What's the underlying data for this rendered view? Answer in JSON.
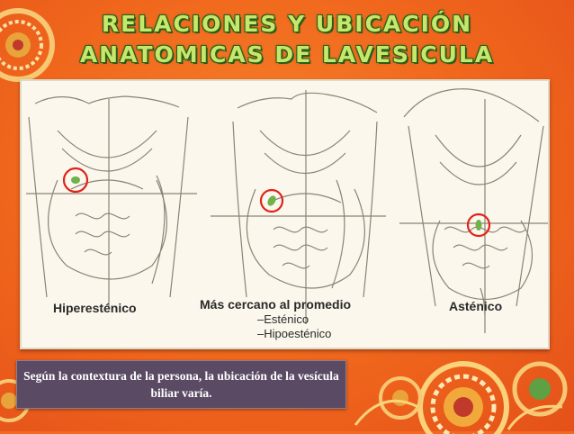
{
  "slide": {
    "title_line1": "RELACIONES Y UBICACIÓN",
    "title_line2": "ANATOMICAS DE LAVESICULA",
    "figure": {
      "label_left": "Hiperesténico",
      "label_middle": "Más cercano al promedio",
      "label_middle_sub1": "–Esténico",
      "label_middle_sub2": "–Hipoesténico",
      "label_right": "Asténico"
    },
    "caption": "Según la contextura de la persona, la ubicación de la vesícula biliar varía.",
    "colors": {
      "background": "#f26a1f",
      "title": "#c6e86a",
      "title_outline": "#2a5d1a",
      "caption_box": "#5a4a63",
      "marker_circle": "#e0231a",
      "gallbladder": "#6fb24a"
    }
  }
}
